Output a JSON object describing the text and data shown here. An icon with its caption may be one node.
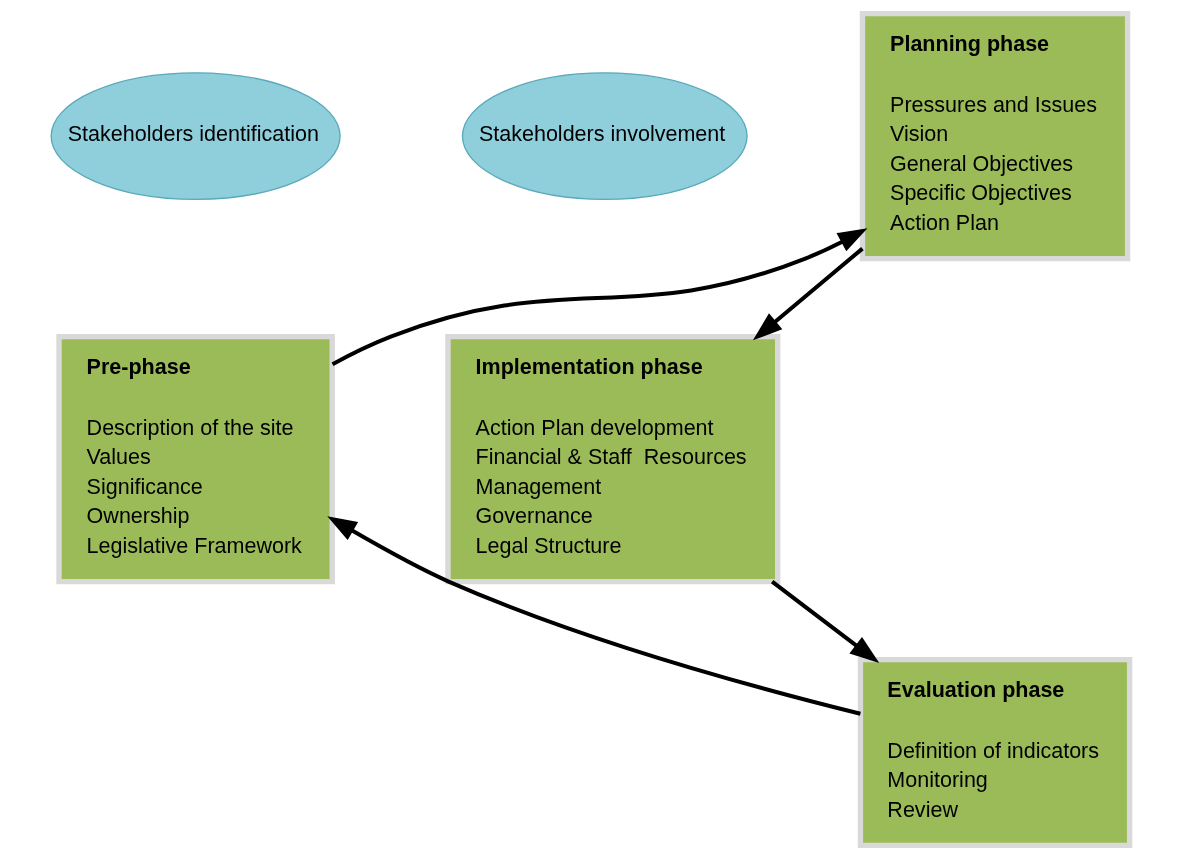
{
  "diagram": {
    "nodes": [
      {
        "text": [
          "Stakeholders identification"
        ]
      },
      {
        "text": [
          "Planning phase",
          "Pressures and Issues",
          "Vision",
          "General Objectives",
          "Specific Objectives",
          "Action Plan"
        ]
      },
      {
        "text": [
          "Stakeholders involvement"
        ]
      },
      {
        "text": [
          "Pre-phase",
          "Description of the site",
          "Values",
          "Significance",
          "Ownership",
          "Legislative Framework"
        ]
      },
      {
        "text": [
          "Implementation phase",
          "Action Plan development",
          "Financial & Staff  Resources",
          "Management",
          "Governance",
          "Legal Structure"
        ]
      },
      {
        "text": [
          "Evaluation phase",
          "Definition of indicators",
          "Monitoring",
          "Review"
        ]
      }
    ],
    "edges": [
      {
        "from": 3,
        "to": 1,
        "arrow": "to"
      },
      {
        "from": 1,
        "to": 4,
        "arrow": "to"
      },
      {
        "from": 4,
        "to": 5,
        "arrow": "to"
      },
      {
        "from": 5,
        "to": 3,
        "arrow": "to"
      }
    ]
  }
}
